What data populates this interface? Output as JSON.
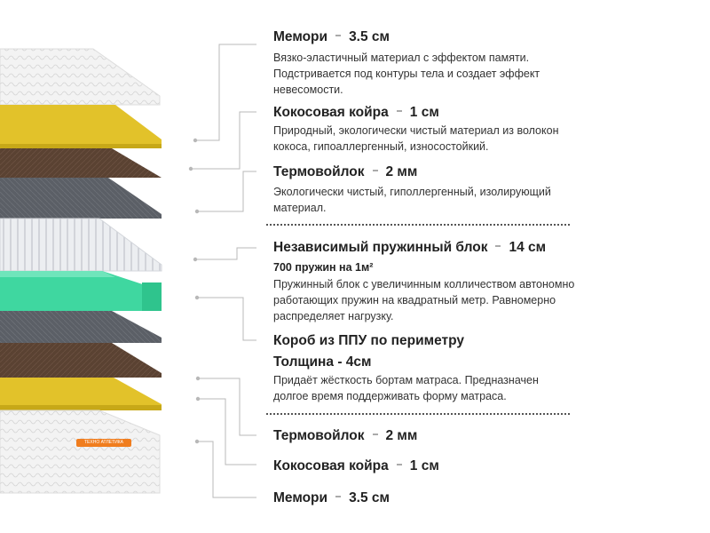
{
  "layers": [
    {
      "title": "Мемори",
      "size": "3.5 см",
      "description": "Вязко-эластичный материал с эффектом памяти. Подстривается под контуры тела и создает эффект невесомости."
    },
    {
      "title": "Кокосовая койра",
      "size": "1 см",
      "description": "Природный, экологически чистый материал из волокон кокоса, гипоаллергенный, износостойкий."
    },
    {
      "title": "Термовойлок",
      "size": "2 мм",
      "description": "Экологически чистый, гиполлергенный, изолирующий материал."
    },
    {
      "title": "Независимый пружинный блок",
      "size": "14 см",
      "subtitle": "700 пружин на 1м²",
      "description": "Пружинный блок с увеличинным колличеством автономно работающих пружин на квадратный метр. Равномерно распределяет нагрузку."
    },
    {
      "title": "Короб из ППУ по периметру",
      "subtitle": "Толщина - 4см",
      "description": "Придаёт жёсткость бортам матраса. Предназначен долгое время поддерживать форму матраса."
    },
    {
      "title": "Термовойлок",
      "size": "2 мм"
    },
    {
      "title": "Кокосовая койра",
      "size": "1 см"
    },
    {
      "title": "Мемори",
      "size": "3.5 см"
    }
  ],
  "logo_text": "ТЕХНО АТЛЕТИКА",
  "colors": {
    "memory_foam": "#f2f2f2",
    "coir": "#e2c22a",
    "felt": "#5a4232",
    "insulation": "#5b5f66",
    "springs": "#e9ebee",
    "ppu_box": "#3fd7a0",
    "leader_line": "#b8b8b8"
  }
}
